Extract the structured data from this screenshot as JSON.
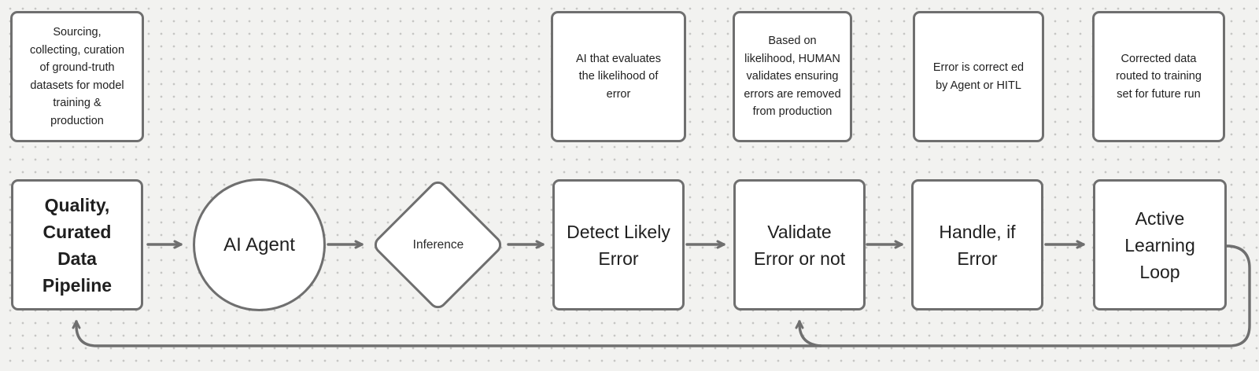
{
  "diagram_title": "AI agent error-detection and active learning loop flowchart",
  "colors": {
    "background": "#f2f2f0",
    "dot_grid": "#c6c6c4",
    "shape_fill": "#ffffff",
    "stroke": "#6f6f6f",
    "text": "#1f1f1f"
  },
  "annotations": [
    {
      "text": "Sourcing,\ncollecting, curation\nof ground-truth\ndatasets for model\ntraining &\nproduction"
    },
    {
      "text": "AI that evaluates\nthe likelihood of\nerror"
    },
    {
      "text": "Based on\nlikelihood, HUMAN\nvalidates ensuring\nerrors are removed\nfrom production"
    },
    {
      "text": "Error is correct ed\nby Agent or HITL"
    },
    {
      "text": "Corrected data\nrouted to training\nset for future run"
    }
  ],
  "nodes": [
    {
      "shape": "rectangle",
      "label": "Quality,\nCurated\nData\nPipeline"
    },
    {
      "shape": "circle",
      "label": "AI Agent"
    },
    {
      "shape": "diamond",
      "label": "Inference"
    },
    {
      "shape": "rectangle",
      "label": "Detect Likely\nError"
    },
    {
      "shape": "rectangle",
      "label": "Validate\nError or not"
    },
    {
      "shape": "rectangle",
      "label": "Handle, if\nError"
    },
    {
      "shape": "rectangle",
      "label": "Active\nLearning\nLoop"
    }
  ],
  "edges": [
    "Quality, Curated Data Pipeline -> AI Agent",
    "AI Agent -> Inference",
    "Inference -> Detect Likely Error",
    "Detect Likely Error -> Validate Error or not",
    "Validate Error or not -> Handle, if Error",
    "Handle, if Error -> Active Learning Loop",
    "Active Learning Loop -> Validate Error or not (feedback)",
    "Active Learning Loop -> Quality, Curated Data Pipeline (feedback)"
  ]
}
